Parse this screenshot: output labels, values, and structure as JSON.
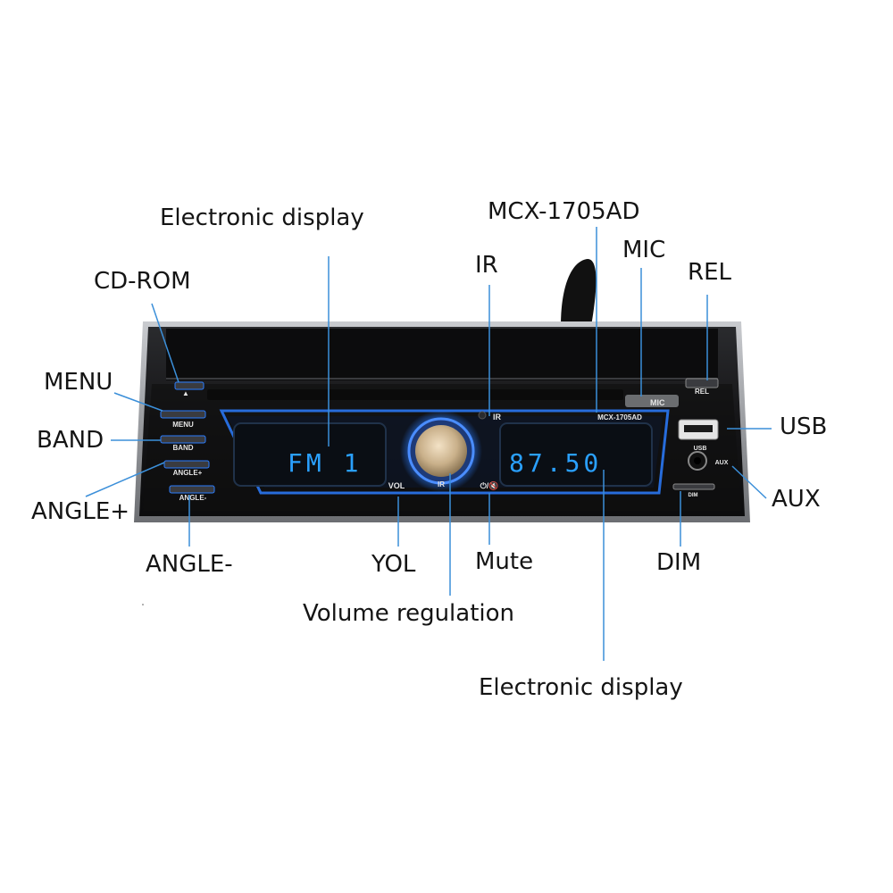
{
  "callouts": {
    "electronic_display_top": "Electronic display",
    "mcx_model": "MCX-1705AD",
    "cd_rom": "CD-ROM",
    "ir": "IR",
    "mic": "MIC",
    "rel": "REL",
    "menu": "MENU",
    "band": "BAND",
    "usb": "USB",
    "angle_plus": "ANGLE+",
    "aux": "AUX",
    "angle_minus": "ANGLE-",
    "yol": "YOL",
    "mute": "Mute",
    "dim": "DIM",
    "volume_regulation": "Volume regulation",
    "electronic_display_bottom": "Electronic display"
  },
  "panel": {
    "eject_symbol": "▲",
    "menu_btn": "MENU",
    "band_btn": "BAND",
    "angle_plus_btn": "ANGLE+",
    "angle_minus_btn": "ANGLE-",
    "ir_label": "IR",
    "mic_label": "MIC",
    "model_label": "MCX-1705AD",
    "rel_btn": "REL",
    "usb_label": "USB",
    "aux_label": "AUX",
    "vol_label": "VOL",
    "knob_ir_label": "IR",
    "mute_symbol": "⏻/🔇",
    "dim_label": "DIM",
    "left_lcd": "FM 1",
    "right_lcd": "87.50"
  },
  "colors": {
    "leader_line": "#3b8fd9",
    "backlight": "#2b7dff",
    "panel_body": "#1a1a1c",
    "bezel": "#9a9ca0"
  }
}
